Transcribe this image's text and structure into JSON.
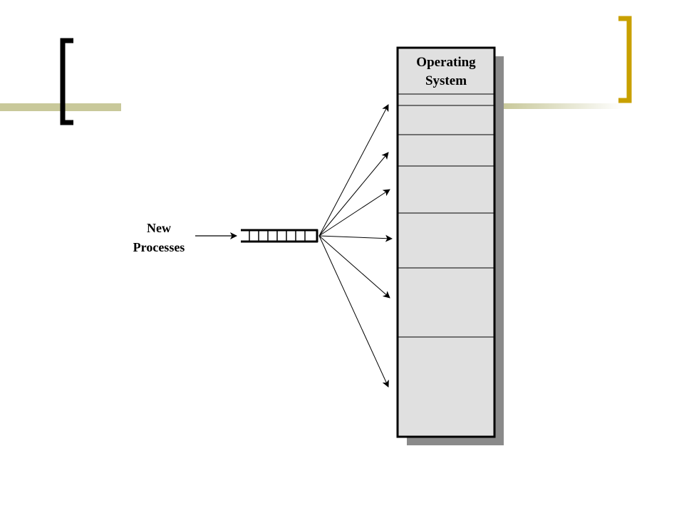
{
  "slide": {
    "colors": {
      "background": "#ffffff",
      "accent_line": "#c8c89a",
      "left_bracket": "#000000",
      "right_bracket": "#c8a000",
      "memory_fill": "#e0e0e0",
      "memory_shadow": "#8a8a8a",
      "outline": "#000000"
    }
  },
  "diagram": {
    "input_label_line1": "New",
    "input_label_line2": "Processes",
    "memory": {
      "os_label_line1": "Operating",
      "os_label_line2": "System",
      "partition_count": 8
    },
    "queue": {
      "slot_count": 7
    },
    "arrow_count": 6
  }
}
